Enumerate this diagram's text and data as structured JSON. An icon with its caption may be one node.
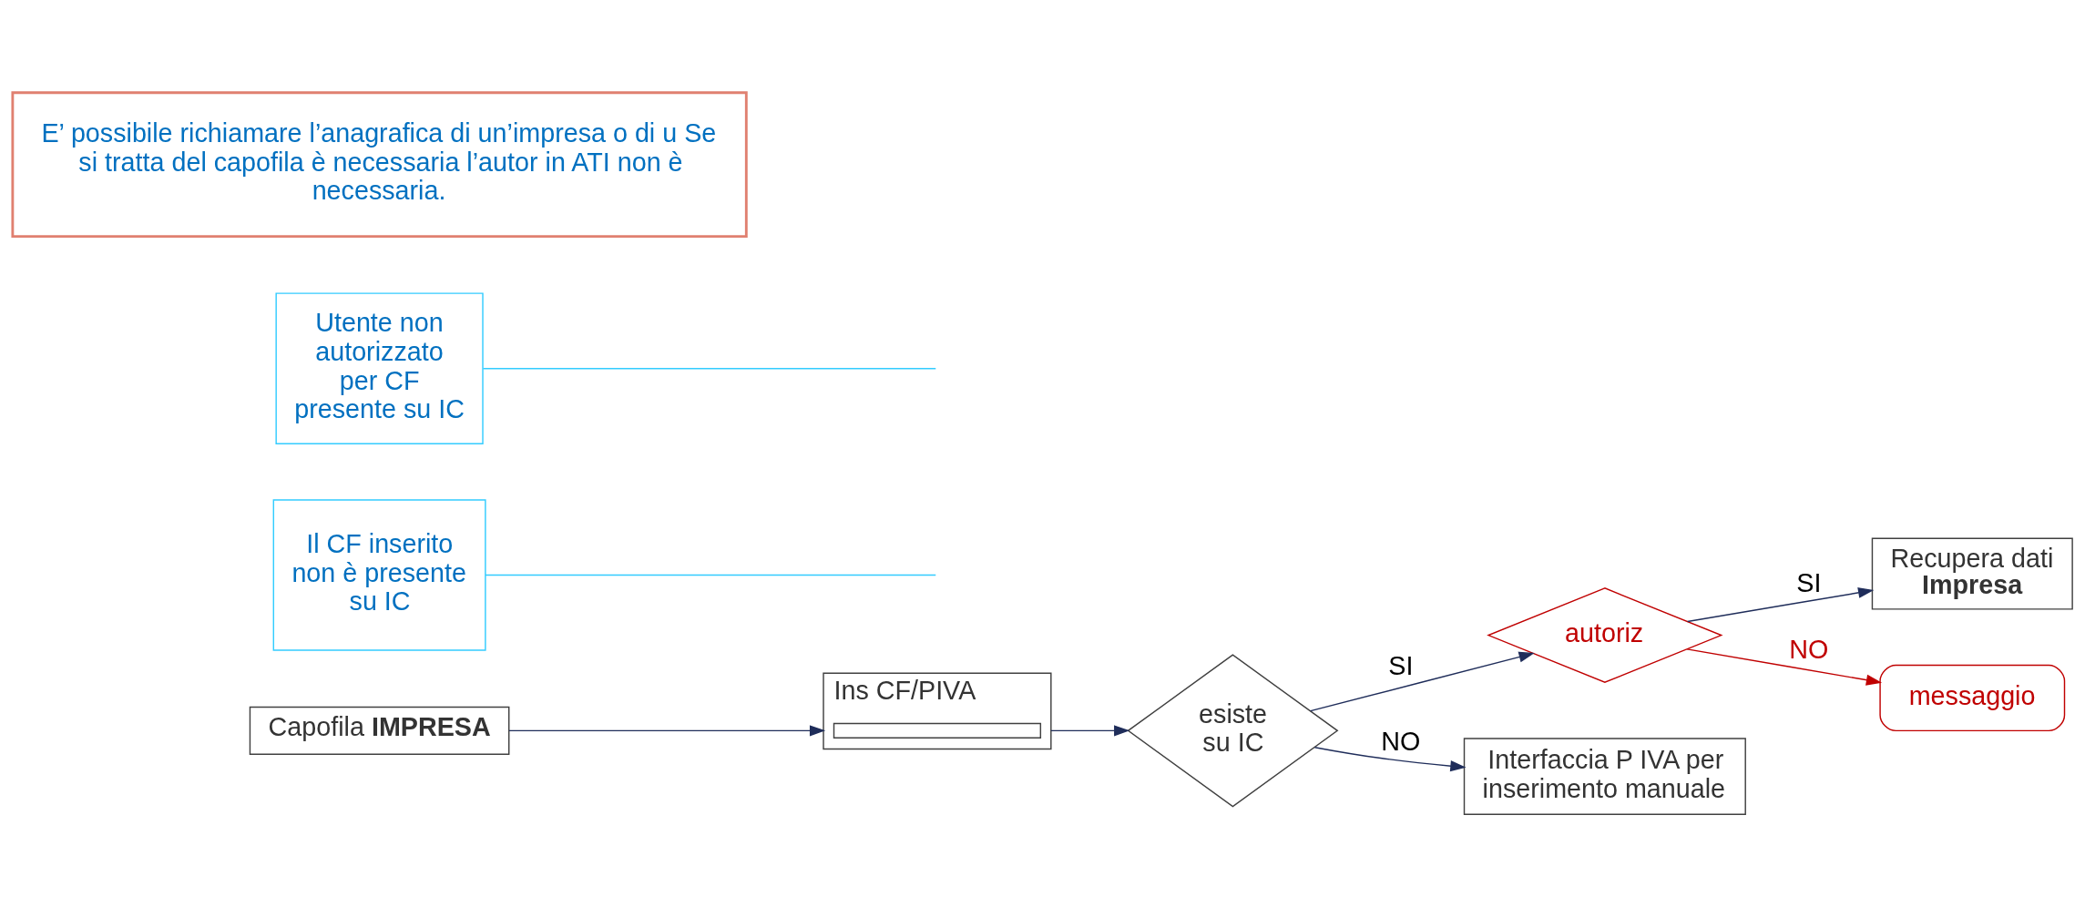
{
  "diagram": {
    "nodes": [
      {
        "text": [
          "Capofila **IMPRESA**"
        ]
      },
      {
        "text": [
          "Ins CF/PIVA"
        ]
      },
      {
        "text": [],
        "shape": "box",
        "in": 1
      },
      {
        "text": [
          "esiste su IC"
        ]
      },
      {
        "text": [
          "autoriz"
        ]
      },
      {
        "text": [
          "Recupera dati **Impresa**"
        ]
      },
      {
        "text": [
          "Interfaccia P IVA per inserimento manuale"
        ]
      },
      {
        "text": [
          "messaggio"
        ]
      },
      {
        "text": [
          "Il CF inserito non è presente su IC"
        ]
      },
      {
        "text": [
          "Utente non autorizzato per CF presente su IC"
        ]
      },
      {
        "text": [
          "E’ possibile richiamare l’anagrafica di un’impresa o di u Se si tratta del capofila è necessaria l’autor in ATI non è necessaria."
        ]
      }
    ],
    "edges": [
      {
        "from": 0,
        "to": 1,
        "arrow": "to"
      },
      {
        "from": 1,
        "to": 3,
        "arrow": "to"
      },
      {
        "from": 3,
        "to": 4,
        "arrow": "to",
        "label": "SI"
      },
      {
        "from": 4,
        "to": 5,
        "arrow": "to",
        "label": "SI"
      },
      {
        "from": 3,
        "to": 6,
        "arrow": "to",
        "label": "NO"
      },
      {
        "from": 4,
        "to": 7,
        "arrow": "to",
        "label": "NO",
        "color": "#c00000"
      },
      {
        "from": 8,
        "to": null,
        "arrow": "none",
        "color": "#33ccff"
      },
      {
        "from": 9,
        "to": null,
        "arrow": "none",
        "color": "#33ccff"
      }
    ]
  }
}
